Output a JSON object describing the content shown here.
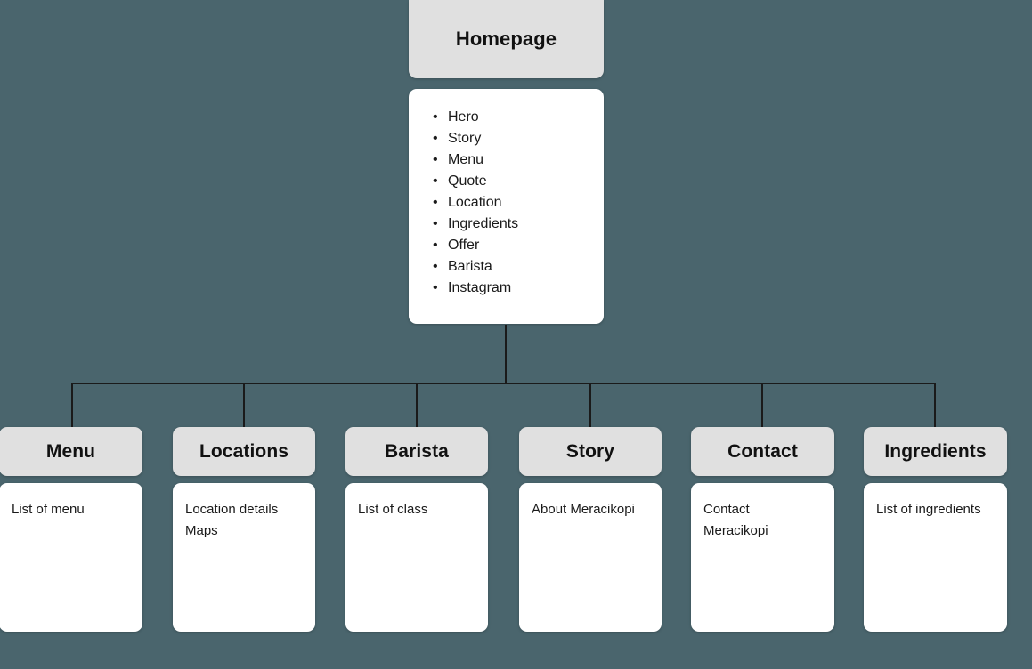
{
  "diagram": {
    "type": "sitemap-tree",
    "background_color": "#4a656d",
    "card_header_color": "#e0e0e0",
    "card_body_color": "#ffffff",
    "connector_color": "#1a1a1a"
  },
  "root": {
    "title": "Homepage",
    "sections": [
      "Hero",
      "Story",
      "Menu",
      "Quote",
      "Location",
      "Ingredients",
      "Offer",
      "Barista",
      "Instagram"
    ]
  },
  "children": [
    {
      "title": "Menu",
      "description": "List of menu"
    },
    {
      "title": "Locations",
      "description": "Location details\nMaps"
    },
    {
      "title": "Barista",
      "description": "List of class"
    },
    {
      "title": "Story",
      "description": "About Meracikopi"
    },
    {
      "title": "Contact",
      "description": "Contact\nMeracikopi"
    },
    {
      "title": "Ingredients",
      "description": "List of ingredients"
    }
  ]
}
